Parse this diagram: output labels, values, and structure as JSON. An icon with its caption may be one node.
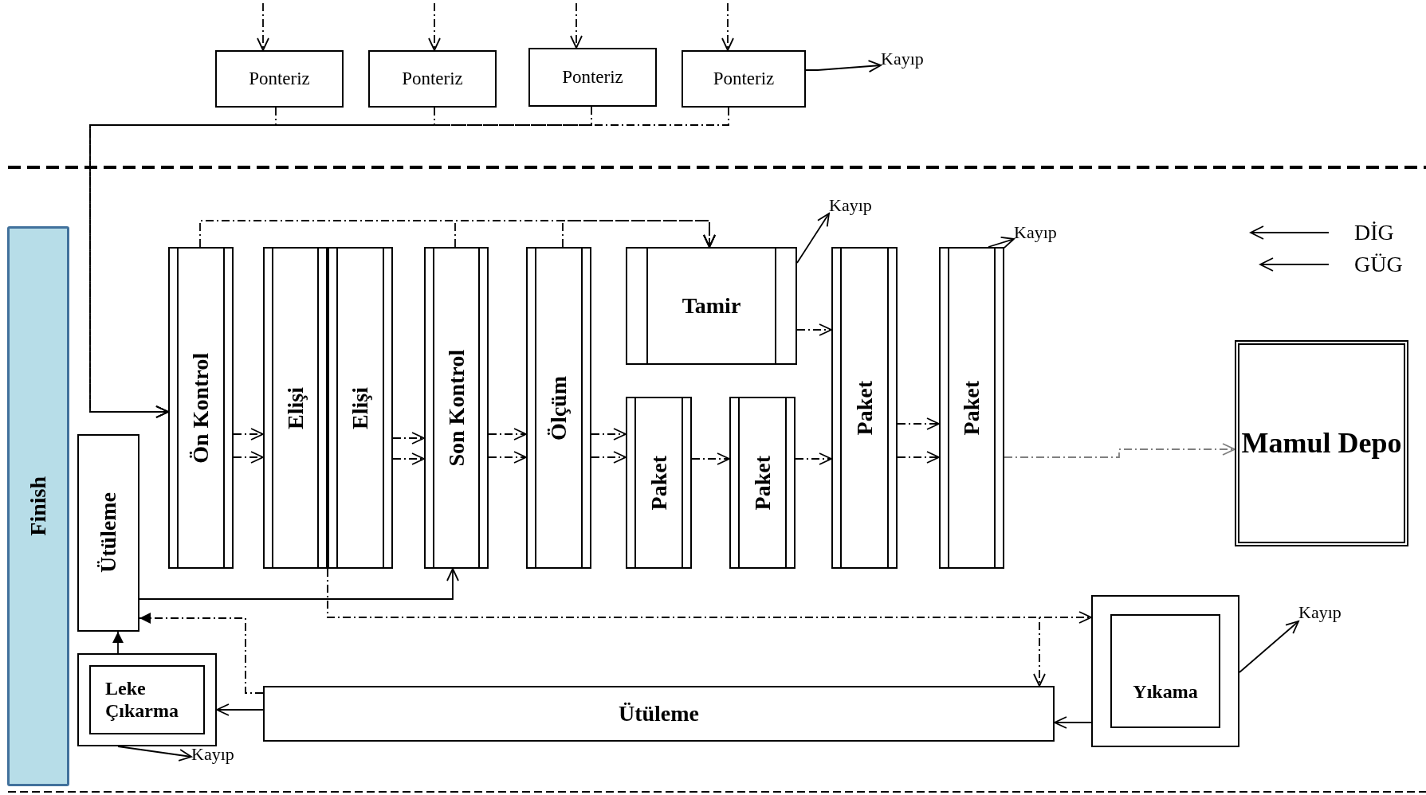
{
  "diagram": {
    "nodes": [
      {
        "text": [
          "Ponteriz"
        ]
      },
      {
        "text": [
          "Ponteriz"
        ]
      },
      {
        "text": [
          "Ponteriz"
        ]
      },
      {
        "text": [
          "Ponteriz"
        ]
      },
      {
        "text": [
          "Kayıp"
        ]
      },
      {
        "text": [
          "Finish"
        ]
      },
      {
        "text": [
          "Ütüleme"
        ]
      },
      {
        "text": [
          "Ön Kontrol"
        ]
      },
      {
        "text": [
          "Elişi"
        ]
      },
      {
        "text": [
          "Elişi"
        ]
      },
      {
        "text": [
          "Son Kontrol"
        ]
      },
      {
        "text": [
          "Ölçüm"
        ]
      },
      {
        "text": [
          "Tamir"
        ]
      },
      {
        "text": [
          "Kayıp"
        ]
      },
      {
        "text": [
          "Paket"
        ]
      },
      {
        "text": [
          "Paket"
        ]
      },
      {
        "text": [
          "Paket"
        ]
      },
      {
        "text": [
          "Paket"
        ]
      },
      {
        "text": [
          "Kayıp"
        ]
      },
      {
        "text": [
          "Mamul Depo"
        ]
      },
      {
        "text": [
          "Yıkama"
        ]
      },
      {
        "text": [
          "Kayıp"
        ]
      },
      {
        "text": [
          "Leke Çıkarma"
        ]
      },
      {
        "text": [
          "Ütüleme"
        ]
      },
      {
        "text": [
          "Kayıp"
        ]
      }
    ],
    "edges": [
      {
        "from": null,
        "to": 0,
        "arrow": "to",
        "style": "dashed"
      },
      {
        "from": null,
        "to": 1,
        "arrow": "to",
        "style": "dashed"
      },
      {
        "from": null,
        "to": 2,
        "arrow": "to",
        "style": "dashed"
      },
      {
        "from": null,
        "to": 3,
        "arrow": "to",
        "style": "dashed"
      },
      {
        "from": 0,
        "to": 7,
        "arrow": "to",
        "style": "dashed"
      },
      {
        "from": 1,
        "to": 7,
        "arrow": "to",
        "style": "dashed"
      },
      {
        "from": 2,
        "to": 7,
        "arrow": "to",
        "style": "dashed"
      },
      {
        "from": 3,
        "to": 7,
        "arrow": "to",
        "style": "dashed"
      },
      {
        "from": 3,
        "to": 4,
        "arrow": "to"
      },
      {
        "from": 7,
        "to": 12,
        "arrow": "to",
        "style": "dashed"
      },
      {
        "from": 10,
        "to": 12,
        "arrow": "to",
        "style": "dashed"
      },
      {
        "from": 11,
        "to": 12,
        "arrow": "to",
        "style": "dashed"
      },
      {
        "from": 12,
        "to": 13,
        "arrow": "to"
      },
      {
        "from": 7,
        "to": 8,
        "arrow": "to",
        "style": "dashed"
      },
      {
        "from": 7,
        "to": 8,
        "arrow": "to",
        "style": "dashed"
      },
      {
        "from": 9,
        "to": 10,
        "arrow": "to",
        "style": "dashed"
      },
      {
        "from": 9,
        "to": 10,
        "arrow": "to",
        "style": "dashed"
      },
      {
        "from": 10,
        "to": 11,
        "arrow": "to",
        "style": "dashed"
      },
      {
        "from": 10,
        "to": 11,
        "arrow": "to",
        "style": "dashed"
      },
      {
        "from": 11,
        "to": 14,
        "arrow": "to",
        "style": "dashed"
      },
      {
        "from": 11,
        "to": 14,
        "arrow": "to",
        "style": "dashed"
      },
      {
        "from": 14,
        "to": 15,
        "arrow": "to",
        "style": "dashed"
      },
      {
        "from": 15,
        "to": 16,
        "arrow": "to",
        "style": "dashed"
      },
      {
        "from": 12,
        "to": 16,
        "arrow": "to",
        "style": "dashed"
      },
      {
        "from": 16,
        "to": 17,
        "arrow": "to",
        "style": "dashed"
      },
      {
        "from": 16,
        "to": 17,
        "arrow": "to",
        "style": "dashed"
      },
      {
        "from": 17,
        "to": 19,
        "arrow": "to",
        "style": "dashed",
        "color": "#7f7f7f"
      },
      {
        "from": 17,
        "to": 18,
        "arrow": "to"
      },
      {
        "from": 6,
        "to": 10,
        "arrow": "to"
      },
      {
        "from": 8,
        "to": 20,
        "arrow": "to",
        "style": "dashed"
      },
      {
        "from": 8,
        "to": 23,
        "arrow": "to",
        "style": "dashed"
      },
      {
        "from": 20,
        "to": 21,
        "arrow": "to"
      },
      {
        "from": 20,
        "to": 23,
        "arrow": "to"
      },
      {
        "from": 23,
        "to": 22,
        "arrow": "to"
      },
      {
        "from": 23,
        "to": 6,
        "arrow": "to",
        "style": "dashed"
      },
      {
        "from": 22,
        "to": 6,
        "arrow": "to"
      },
      {
        "from": 22,
        "to": 24,
        "arrow": "to"
      }
    ],
    "legend": [
      {
        "text": "DİG"
      },
      {
        "text": "GÜG"
      }
    ]
  }
}
